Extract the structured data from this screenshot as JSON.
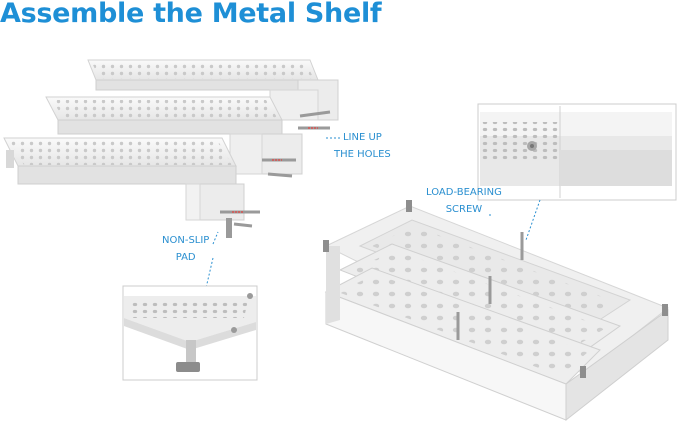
{
  "title": "Assemble the Metal Shelf",
  "colors": {
    "accent": "#1e8fd6",
    "leader": "#2a8fd0",
    "shelf": "#f2f2f2",
    "hole": "#c9c9c9",
    "pin": "#9a9a9a",
    "mark": "#d9534f"
  },
  "callouts": {
    "line_up": [
      "LINE UP",
      "THE HOLES"
    ],
    "non_slip": [
      "NON-SLIP",
      "PAD"
    ],
    "load_bearing": [
      "LOAD-BEARING",
      "SCREW"
    ]
  }
}
